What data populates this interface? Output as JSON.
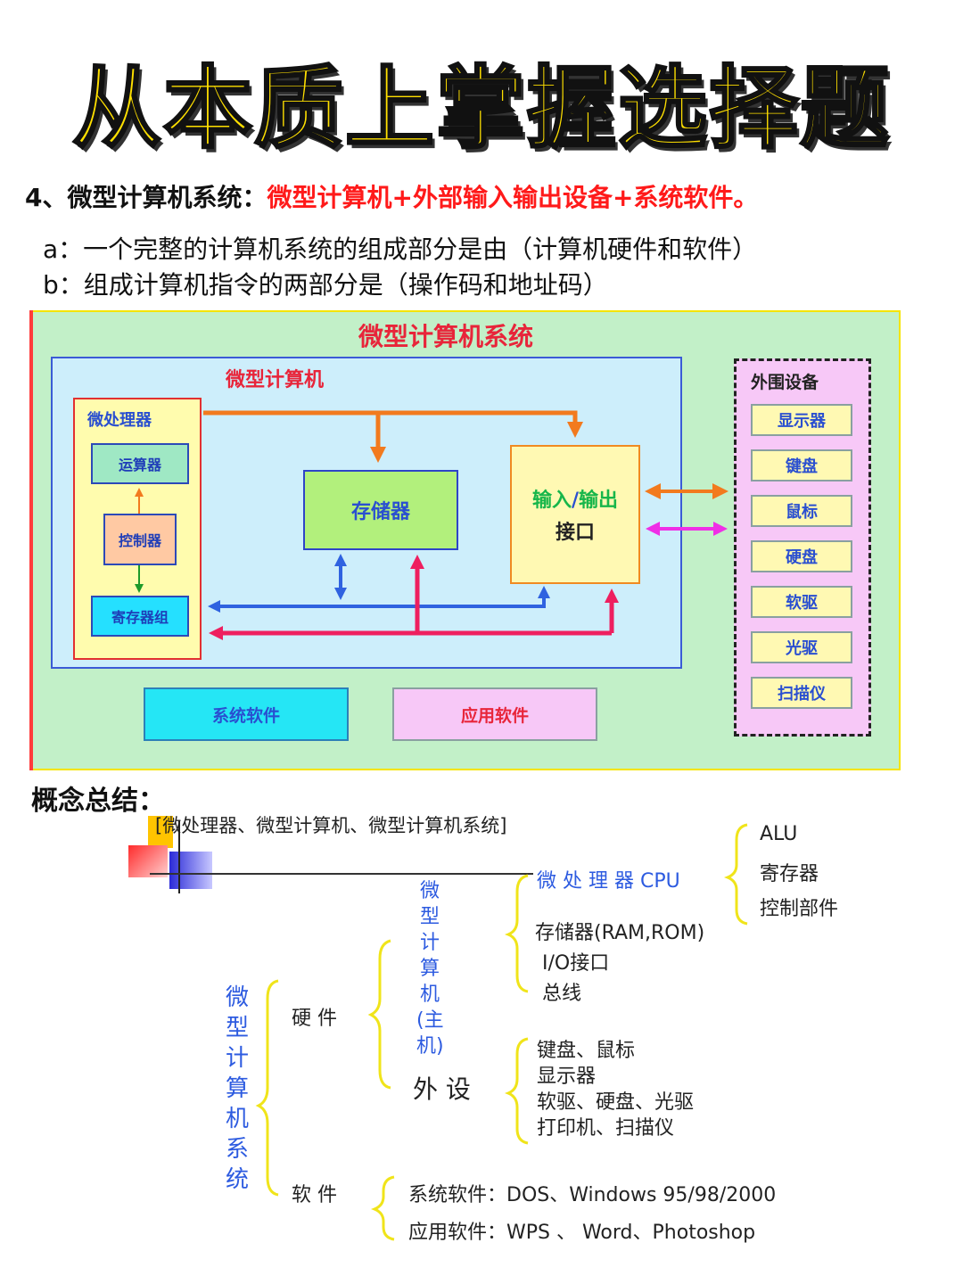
{
  "title": "从本质上掌握选择题",
  "section": {
    "number": "4、",
    "term": "微型计算机系统：",
    "definition": "微型计算机+外部输入输出设备+系统软件。"
  },
  "qa": [
    "a：一个完整的计算机系统的组成部分是由（计算机硬件和软件）",
    "b：组成计算机指令的两部分是（操作码和地址码）"
  ],
  "diagram": {
    "system_title": "微型计算机系统",
    "computer_title": "微型计算机",
    "cpu_title": "微处理器",
    "alu": "运算器",
    "controller": "控制器",
    "registers": "寄存器组",
    "memory": "存储器",
    "io_input": "输入",
    "io_slash": "/",
    "io_output": "输出",
    "io_interface": "接口",
    "peripherals_title": "外围设备",
    "peripherals": [
      "显示器",
      "键盘",
      "鼠标",
      "硬盘",
      "软驱",
      "光驱",
      "扫描仪"
    ],
    "system_software": "系统软件",
    "application_software": "应用软件",
    "colors": {
      "system_bg": "#c2f0c8",
      "computer_bg": "#cdeefb",
      "arrow_orange": "#f27a1e",
      "arrow_blue": "#2f62e0",
      "arrow_red": "#ee1f5f",
      "arrow_magenta": "#ef2fe6"
    }
  },
  "concept": {
    "heading": "概念总结：",
    "bracket_title": "[微处理器、微型计算机、微型计算机系统]",
    "root": "微型计算机系统",
    "hardware": "硬 件",
    "software": "软 件",
    "host": "微型计算机(主机)",
    "cpu": "微 处 理 器 CPU",
    "cpu_parts": [
      "ALU",
      "寄存器",
      "控制部件"
    ],
    "host_parts": [
      "存储器(RAM,ROM)",
      "I/O接口",
      "总线"
    ],
    "peripheral": "外 设",
    "peripheral_parts": [
      "键盘、鼠标",
      "显示器",
      "软驱、硬盘、光驱",
      "打印机、扫描仪"
    ],
    "software_parts": [
      "系统软件：DOS、Windows  95/98/2000",
      "应用软件：WPS 、 Word、Photoshop"
    ]
  }
}
